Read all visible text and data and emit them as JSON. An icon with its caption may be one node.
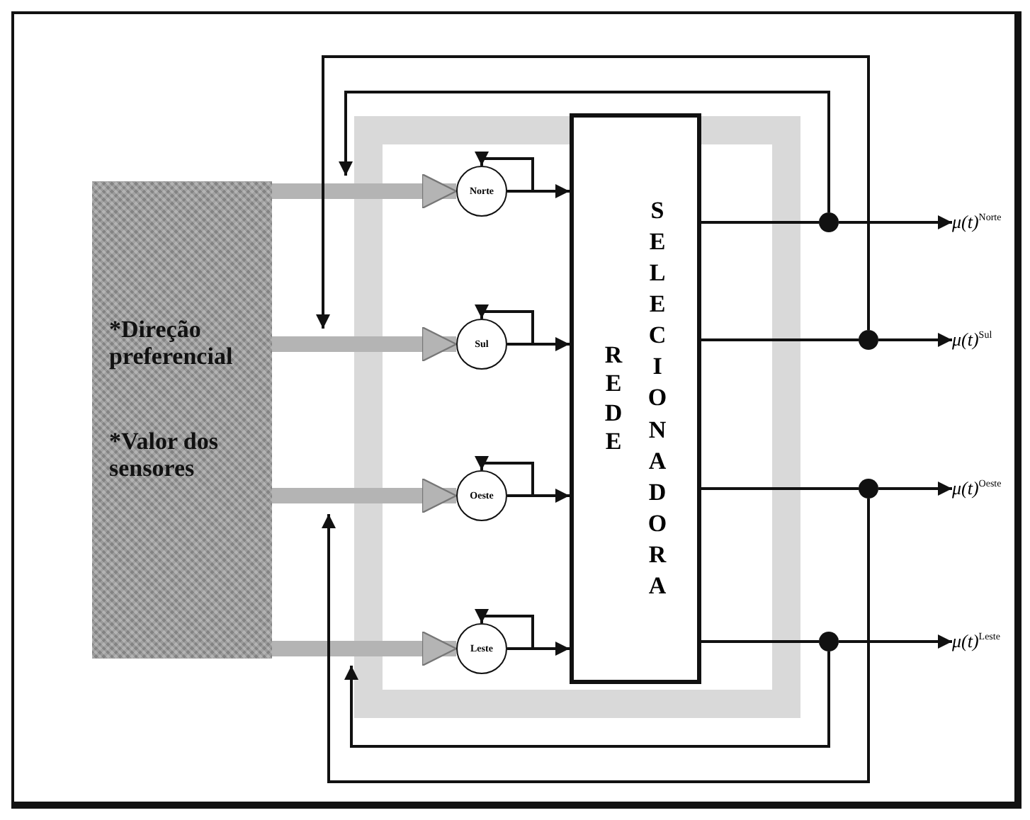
{
  "diagram": {
    "nodes": [
      {
        "text": [
          "*Direção preferencial",
          "*Valor dos sensores"
        ]
      },
      {
        "text": [
          "Norte"
        ]
      },
      {
        "text": [
          "Sul"
        ]
      },
      {
        "text": [
          "Oeste"
        ]
      },
      {
        "text": [
          "Leste"
        ]
      },
      {
        "text": [
          "REDE",
          "SELECIONADORA"
        ]
      },
      {
        "text": [],
        "shape": "circle"
      },
      {
        "text": [],
        "shape": "circle"
      },
      {
        "text": [],
        "shape": "circle"
      },
      {
        "text": [],
        "shape": "circle"
      },
      {
        "text": [
          "μ(t)$^{Norte}$"
        ]
      },
      {
        "text": [
          "μ(t)$^{Sul}$"
        ]
      },
      {
        "text": [
          "μ(t)$^{Oeste}$"
        ]
      },
      {
        "text": [
          "μ(t)$^{Leste}$"
        ]
      }
    ],
    "edges": [
      {
        "from": 0,
        "to": 1,
        "arrow": "to",
        "style": "thick",
        "color": "#b4b4b4"
      },
      {
        "from": 0,
        "to": 2,
        "arrow": "to",
        "style": "thick",
        "color": "#b4b4b4"
      },
      {
        "from": 0,
        "to": 3,
        "arrow": "to",
        "style": "thick",
        "color": "#b4b4b4"
      },
      {
        "from": 0,
        "to": 4,
        "arrow": "to",
        "style": "thick",
        "color": "#b4b4b4"
      },
      {
        "from": 1,
        "to": 1,
        "arrow": "to"
      },
      {
        "from": 2,
        "to": 2,
        "arrow": "to"
      },
      {
        "from": 3,
        "to": 3,
        "arrow": "to"
      },
      {
        "from": 4,
        "to": 4,
        "arrow": "to"
      },
      {
        "from": 1,
        "to": 5,
        "arrow": "to"
      },
      {
        "from": 2,
        "to": 5,
        "arrow": "to"
      },
      {
        "from": 3,
        "to": 5,
        "arrow": "to"
      },
      {
        "from": 4,
        "to": 5,
        "arrow": "to"
      },
      {
        "from": 5,
        "to": 6,
        "arrow": "none"
      },
      {
        "from": 5,
        "to": 7,
        "arrow": "none"
      },
      {
        "from": 5,
        "to": 8,
        "arrow": "none"
      },
      {
        "from": 5,
        "to": 9,
        "arrow": "none"
      },
      {
        "from": 6,
        "to": 10,
        "arrow": "to"
      },
      {
        "from": 7,
        "to": 11,
        "arrow": "to"
      },
      {
        "from": 8,
        "to": 12,
        "arrow": "to"
      },
      {
        "from": 9,
        "to": 13,
        "arrow": "to"
      },
      {
        "from": 6,
        "to": null,
        "arrow": "to"
      },
      {
        "from": 7,
        "to": null,
        "arrow": "to"
      },
      {
        "from": 8,
        "to": null,
        "arrow": "to"
      },
      {
        "from": 9,
        "to": null,
        "arrow": "to"
      }
    ]
  }
}
